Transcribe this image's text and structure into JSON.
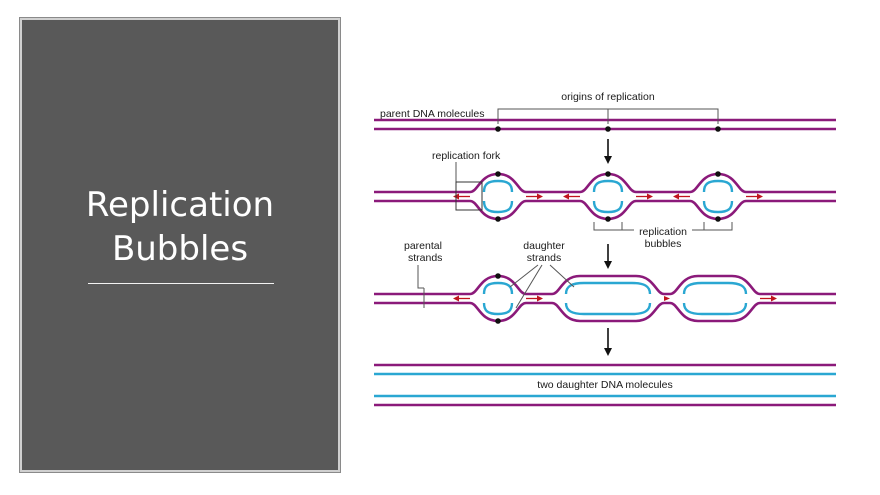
{
  "slide": {
    "title_line1": "Replication",
    "title_line2": "Bubbles"
  },
  "diagram": {
    "labels": {
      "parent_dna": "parent DNA molecules",
      "origins": "origins of replication",
      "replication_fork": "replication fork",
      "replication_bubbles_line1": "replication",
      "replication_bubbles_line2": "bubbles",
      "parental_strands_line1": "parental",
      "parental_strands_line2": "strands",
      "daughter_strands_line1": "daughter",
      "daughter_strands_line2": "strands",
      "daughter_molecules": "two daughter DNA molecules"
    },
    "colors": {
      "parental_strand": "#8b1a7a",
      "daughter_strand": "#2aa7d2",
      "fork_arrow": "#c0141e",
      "text": "#1a1a1a"
    }
  }
}
